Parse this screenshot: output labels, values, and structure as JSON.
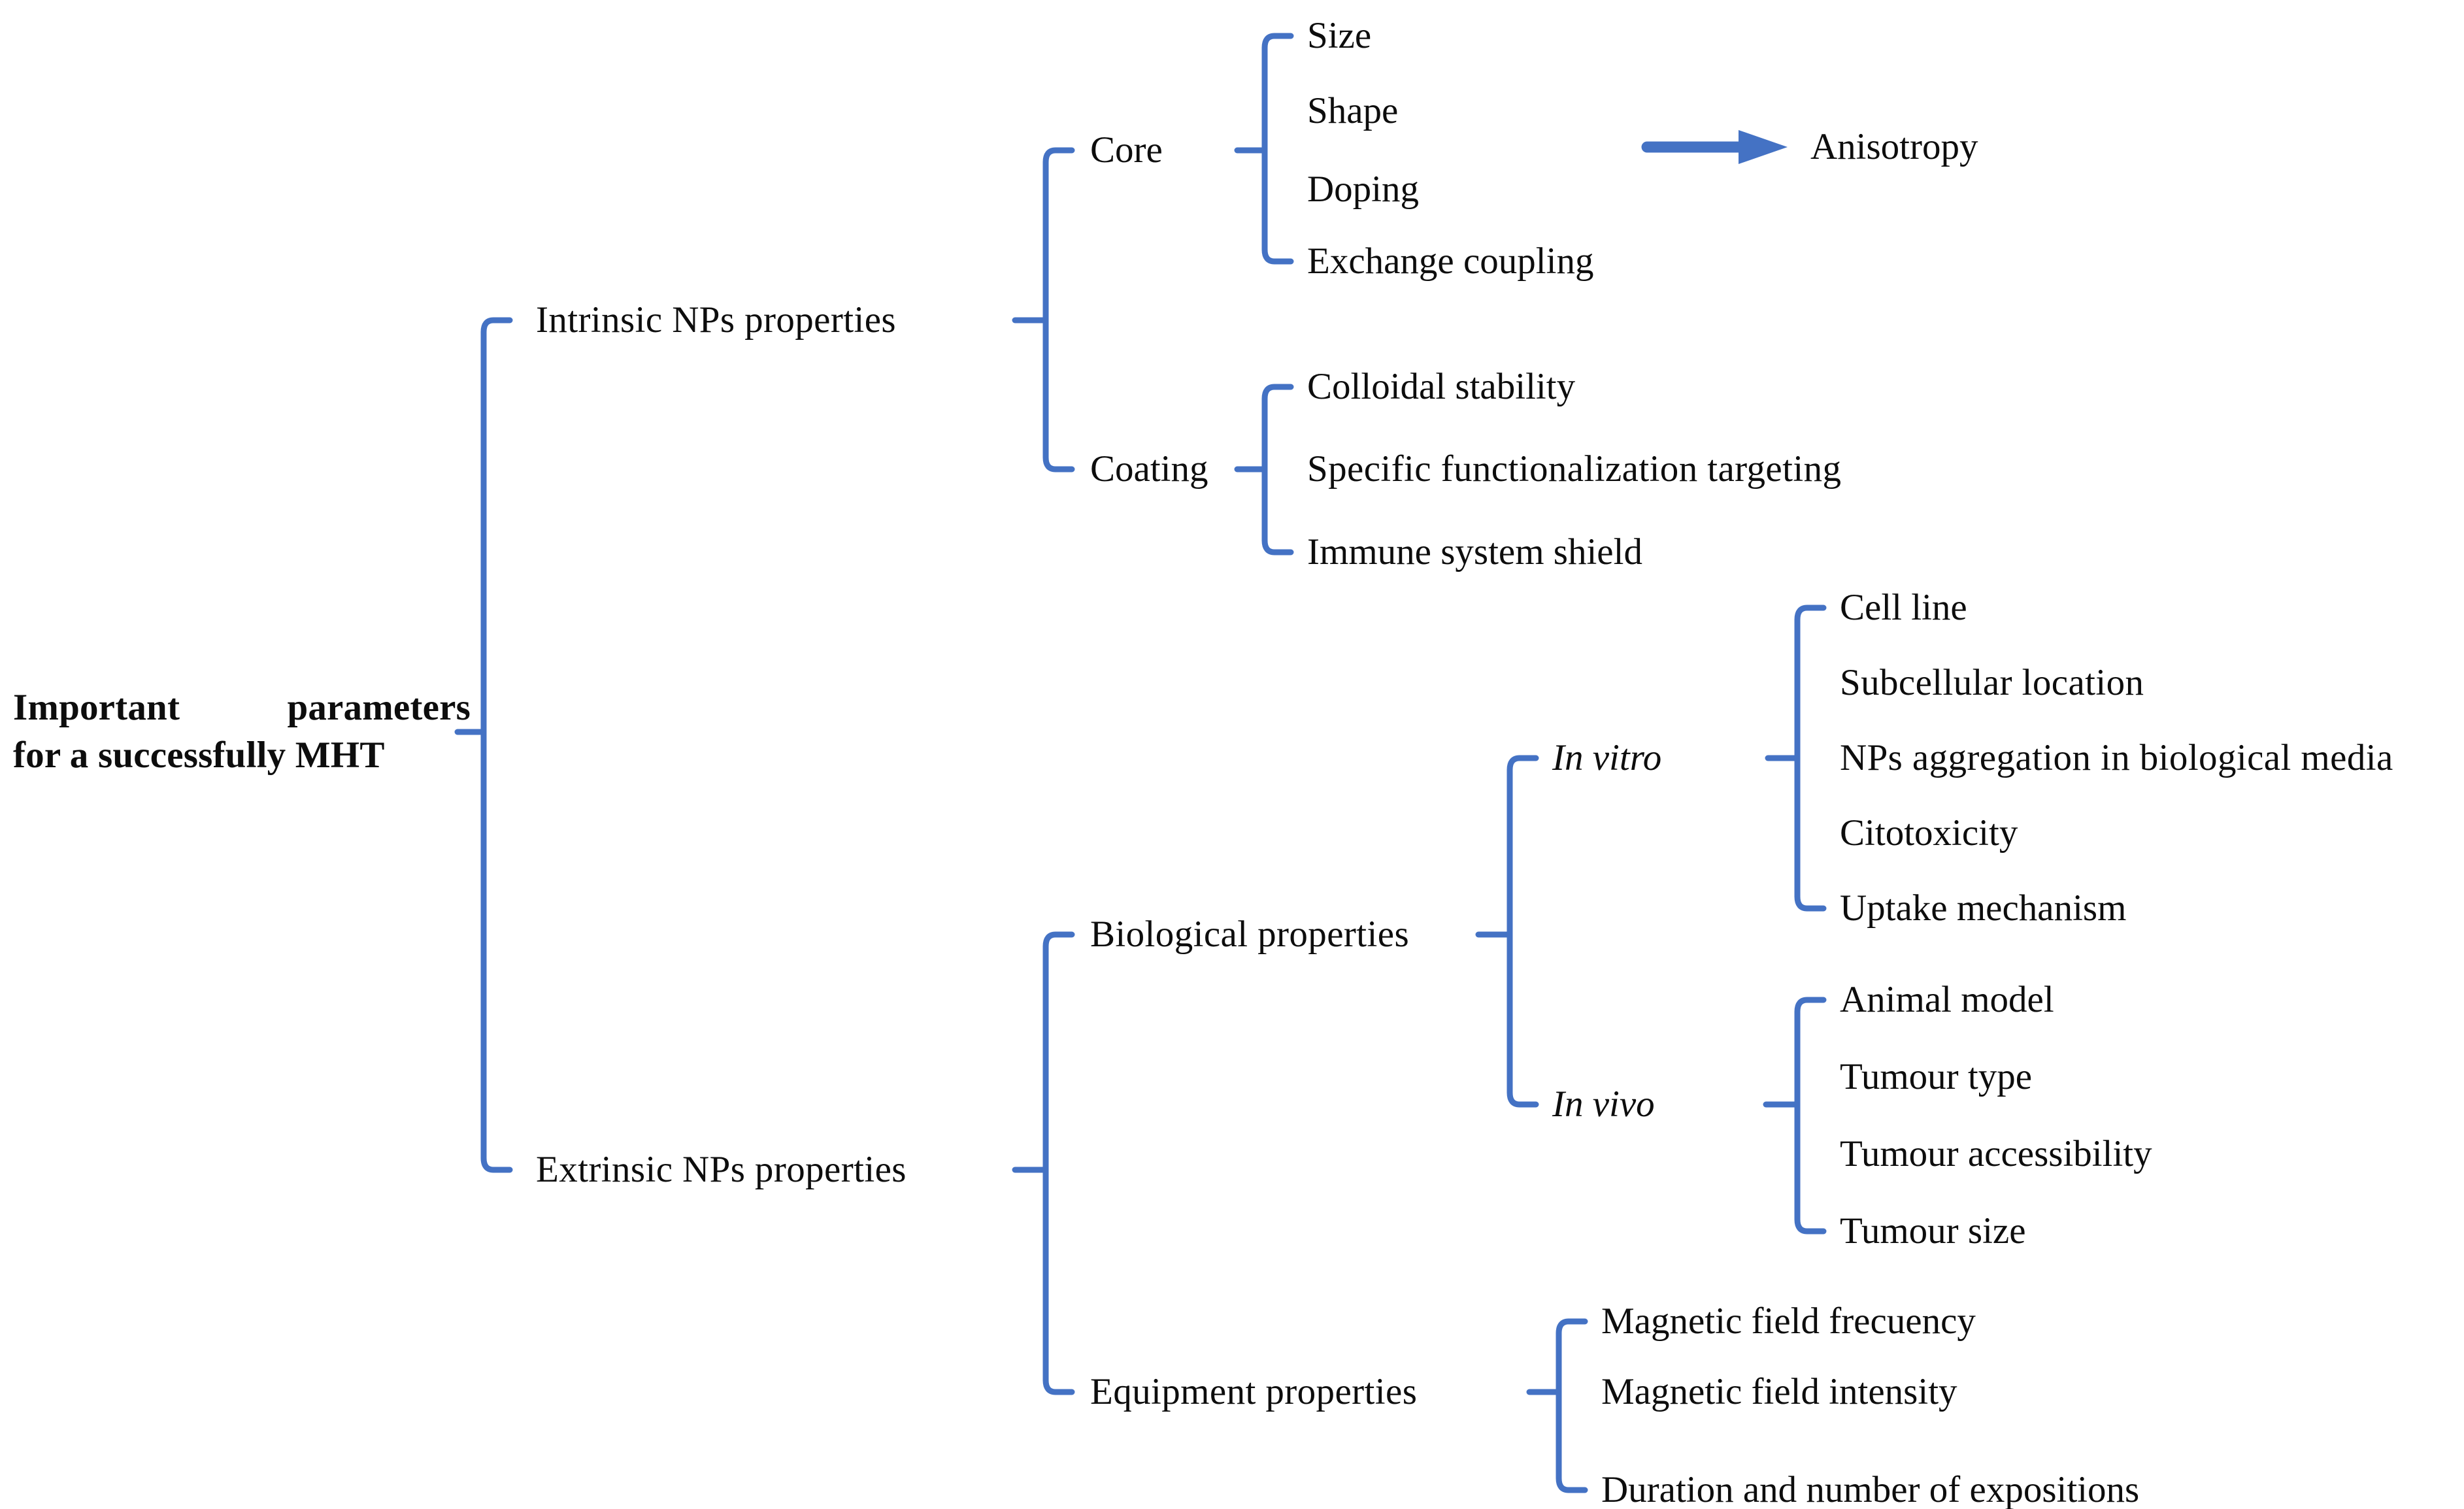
{
  "diagram": {
    "title_text": "Important parameters for a successfully MHT",
    "line_color": "#4472C4",
    "text_color": "#0D0D0D",
    "background_color": "#FFFFFF",
    "root": {
      "line1": "Important   parameters",
      "line2": "for a successfully MHT"
    },
    "level1": [
      {
        "label": "Intrinsic NPs properties"
      },
      {
        "label": "Extrinsic NPs properties"
      }
    ],
    "level2": [
      {
        "label": "Core"
      },
      {
        "label": "Coating"
      },
      {
        "label": "In vitro"
      },
      {
        "label": "In vivo"
      },
      {
        "label": "Biological properties"
      },
      {
        "label": "Equipment properties"
      }
    ],
    "leaves": {
      "core": [
        "Size",
        "Shape",
        "Doping",
        "Exchange coupling"
      ],
      "coating": [
        "Colloidal stability",
        "Specific functionalization targeting",
        "Immune system shield"
      ],
      "in_vitro": [
        "Cell line",
        "Subcellular location",
        "NPs aggregation in biological media",
        "Citotoxicity",
        "Uptake mechanism"
      ],
      "in_vivo": [
        "Animal model",
        "Tumour type",
        "Tumour accessibility",
        "Tumour size"
      ],
      "equipment": [
        "Magnetic field frecuency",
        "Magnetic field intensity",
        "Duration and number of expositions"
      ]
    },
    "annotation": {
      "arrow_icon": "arrow-right-icon",
      "target_label": "Anisotropy"
    }
  }
}
